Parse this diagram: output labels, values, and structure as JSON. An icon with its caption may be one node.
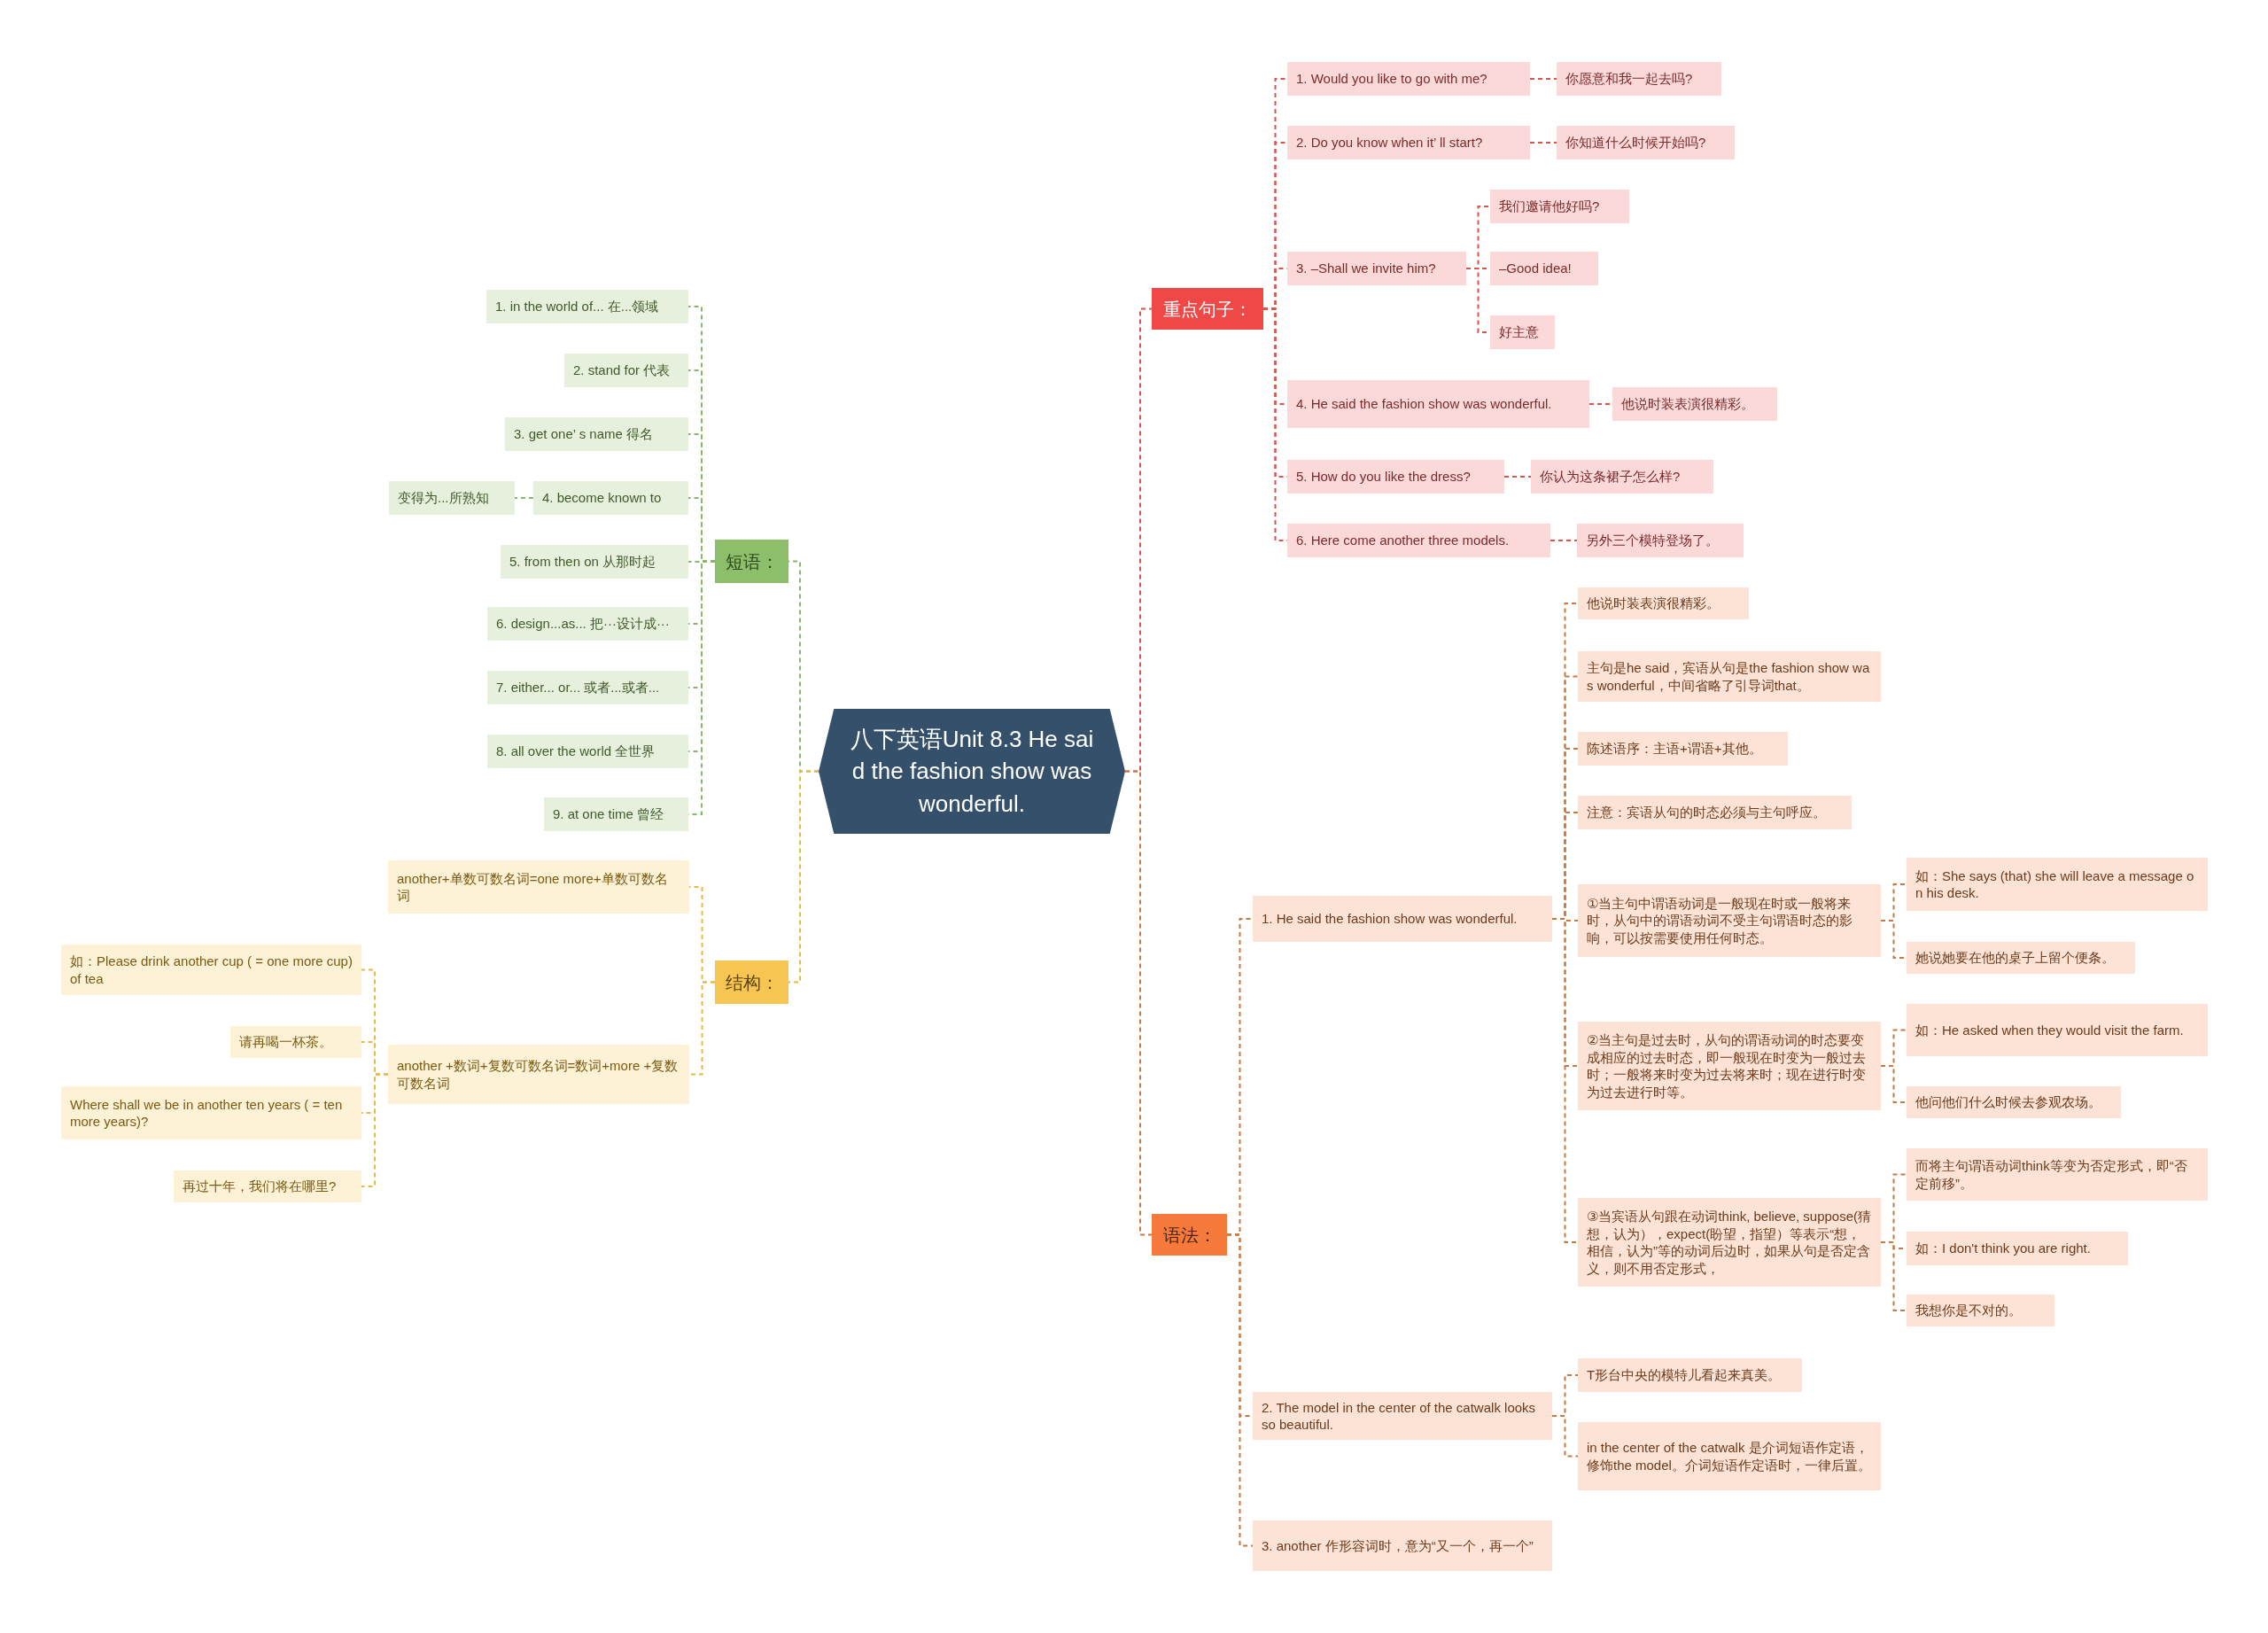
{
  "diagram": {
    "nodes": [
      {
        "text": [
          "八下英语Unit 8.3 He said the fashion show was wonderful."
        ]
      },
      {
        "text": [
          "重点句子："
        ]
      },
      {
        "text": [
          "1. Would you like to go with me?"
        ]
      },
      {
        "text": [
          "你愿意和我一起去吗?"
        ]
      },
      {
        "text": [
          "2. Do you know when it’ ll start?"
        ]
      },
      {
        "text": [
          "你知道什么时候开始吗?"
        ]
      },
      {
        "text": [
          "3. –Shall we invite him?"
        ]
      },
      {
        "text": [
          "我们邀请他好吗?"
        ]
      },
      {
        "text": [
          "–Good idea!"
        ]
      },
      {
        "text": [
          "好主意"
        ]
      },
      {
        "text": [
          "4. He said the fashion show was wonderful."
        ]
      },
      {
        "text": [
          "他说时装表演很精彩。"
        ]
      },
      {
        "text": [
          "5. How do you like the dress?"
        ]
      },
      {
        "text": [
          "你认为这条裙子怎么样?"
        ]
      },
      {
        "text": [
          "6. Here come another three models."
        ]
      },
      {
        "text": [
          "另外三个模特登场了。"
        ]
      },
      {
        "text": [
          "短语："
        ]
      },
      {
        "text": [
          "1. in the world of...  在...领域"
        ]
      },
      {
        "text": [
          "2. stand for 代表"
        ]
      },
      {
        "text": [
          "3. get one’ s name  得名"
        ]
      },
      {
        "text": [
          "4. become known to"
        ]
      },
      {
        "text": [
          "变得为...所熟知"
        ]
      },
      {
        "text": [
          "5. from then on  从那时起"
        ]
      },
      {
        "text": [
          "6. design...as...  把···设计成···"
        ]
      },
      {
        "text": [
          "7. either... or...  或者...或者..."
        ]
      },
      {
        "text": [
          "8. all over the world  全世界"
        ]
      },
      {
        "text": [
          "9. at one time  曾经"
        ]
      },
      {
        "text": [
          "结构："
        ]
      },
      {
        "text": [
          "another+单数可数名词=one more+单数可数名词"
        ]
      },
      {
        "text": [
          "another +数词+复数可数名词=数词+more +复数可数名词"
        ]
      },
      {
        "text": [
          "如：Please drink another cup ( = one more cup) of tea"
        ]
      },
      {
        "text": [
          "请再喝一杯茶。"
        ]
      },
      {
        "text": [
          "Where shall we be in another ten years ( = ten more years)?"
        ]
      },
      {
        "text": [
          "再过十年，我们将在哪里?"
        ]
      },
      {
        "text": [
          "语法："
        ]
      },
      {
        "text": [
          "1. He said the fashion show was wonderful."
        ]
      },
      {
        "text": [
          "他说时装表演很精彩。"
        ]
      },
      {
        "text": [
          "主句是he said，宾语从句是the fashion show was wonderful，中间省略了引导词that。"
        ]
      },
      {
        "text": [
          "陈述语序：主语+谓语+其他。"
        ]
      },
      {
        "text": [
          "注意：宾语从句的时态必须与主句呼应。"
        ]
      },
      {
        "text": [
          "①当主句中谓语动词是一般现在时或一般将来时，从句中的谓语动词不受主句谓语时态的影响，可以按需要使用任何时态。"
        ]
      },
      {
        "text": [
          "如：She says (that) she will leave a message on his desk."
        ]
      },
      {
        "text": [
          "她说她要在他的桌子上留个便条。"
        ]
      },
      {
        "text": [
          "②当主句是过去时，从句的谓语动词的时态要变成相应的过去时态，即一般现在时变为一般过去时；一般将来时变为过去将来时；现在进行时变为过去进行时等。"
        ]
      },
      {
        "text": [
          "如：He asked when they would visit the farm."
        ]
      },
      {
        "text": [
          "他问他们什么时候去参观农场。"
        ]
      },
      {
        "text": [
          "③当宾语从句跟在动词think, believe, suppose(猜想，认为），expect(盼望，指望）等表示“想，相信，认为”等的动词后边时，如果从句是否定含义，则不用否定形式，"
        ]
      },
      {
        "text": [
          "而将主句谓语动词think等变为否定形式，即“否定前移”。"
        ]
      },
      {
        "text": [
          "如：I don't think you are right."
        ]
      },
      {
        "text": [
          "我想你是不对的。"
        ]
      },
      {
        "text": [
          "2. The model in the center of the catwalk looks so beautiful."
        ]
      },
      {
        "text": [
          "T形台中央的模特儿看起来真美。"
        ]
      },
      {
        "text": [
          "in the center of the catwalk 是介词短语作定语，修饰the model。介词短语作定语时，一律后置。"
        ]
      },
      {
        "text": [
          "3. another 作形容词时，意为“又一个，再一个”"
        ]
      }
    ],
    "edges": [
      {
        "from": 0,
        "to": 1,
        "arrow": "none",
        "color": "#d9534f"
      },
      {
        "from": 1,
        "to": 2,
        "arrow": "none",
        "color": "#d9534f"
      },
      {
        "from": 2,
        "to": 3,
        "arrow": "none",
        "color": "#d9534f"
      },
      {
        "from": 1,
        "to": 4,
        "arrow": "none",
        "color": "#d9534f"
      },
      {
        "from": 4,
        "to": 5,
        "arrow": "none",
        "color": "#d9534f"
      },
      {
        "from": 1,
        "to": 6,
        "arrow": "none",
        "color": "#d9534f"
      },
      {
        "from": 6,
        "to": 7,
        "arrow": "none",
        "color": "#d9534f"
      },
      {
        "from": 6,
        "to": 8,
        "arrow": "none",
        "color": "#d9534f"
      },
      {
        "from": 6,
        "to": 9,
        "arrow": "none",
        "color": "#d9534f"
      },
      {
        "from": 1,
        "to": 10,
        "arrow": "none",
        "color": "#d9534f"
      },
      {
        "from": 10,
        "to": 11,
        "arrow": "none",
        "color": "#d9534f"
      },
      {
        "from": 1,
        "to": 12,
        "arrow": "none",
        "color": "#d9534f"
      },
      {
        "from": 12,
        "to": 13,
        "arrow": "none",
        "color": "#d9534f"
      },
      {
        "from": 1,
        "to": 14,
        "arrow": "none",
        "color": "#d9534f"
      },
      {
        "from": 14,
        "to": 15,
        "arrow": "none",
        "color": "#d9534f"
      },
      {
        "from": 0,
        "to": 16,
        "arrow": "none",
        "color": "#8ab86a"
      },
      {
        "from": 16,
        "to": 17,
        "arrow": "none",
        "color": "#8ab86a"
      },
      {
        "from": 16,
        "to": 18,
        "arrow": "none",
        "color": "#8ab86a"
      },
      {
        "from": 16,
        "to": 19,
        "arrow": "none",
        "color": "#8ab86a"
      },
      {
        "from": 16,
        "to": 20,
        "arrow": "none",
        "color": "#8ab86a"
      },
      {
        "from": 20,
        "to": 21,
        "arrow": "none",
        "color": "#8ab86a"
      },
      {
        "from": 16,
        "to": 22,
        "arrow": "none",
        "color": "#8ab86a"
      },
      {
        "from": 16,
        "to": 23,
        "arrow": "none",
        "color": "#8ab86a"
      },
      {
        "from": 16,
        "to": 24,
        "arrow": "none",
        "color": "#8ab86a"
      },
      {
        "from": 16,
        "to": 25,
        "arrow": "none",
        "color": "#8ab86a"
      },
      {
        "from": 16,
        "to": 26,
        "arrow": "none",
        "color": "#8ab86a"
      },
      {
        "from": 0,
        "to": 27,
        "arrow": "none",
        "color": "#e8b94a"
      },
      {
        "from": 27,
        "to": 28,
        "arrow": "none",
        "color": "#e8b94a"
      },
      {
        "from": 27,
        "to": 29,
        "arrow": "none",
        "color": "#e8b94a"
      },
      {
        "from": 29,
        "to": 30,
        "arrow": "none",
        "color": "#e8b94a"
      },
      {
        "from": 29,
        "to": 31,
        "arrow": "none",
        "color": "#e8b94a"
      },
      {
        "from": 29,
        "to": 32,
        "arrow": "none",
        "color": "#e8b94a"
      },
      {
        "from": 29,
        "to": 33,
        "arrow": "none",
        "color": "#e8b94a"
      },
      {
        "from": 0,
        "to": 34,
        "arrow": "none"
      },
      {
        "from": 34,
        "to": 35,
        "arrow": "none"
      },
      {
        "from": 35,
        "to": 36,
        "arrow": "none"
      },
      {
        "from": 35,
        "to": 37,
        "arrow": "none"
      },
      {
        "from": 35,
        "to": 38,
        "arrow": "none"
      },
      {
        "from": 35,
        "to": 39,
        "arrow": "none"
      },
      {
        "from": 35,
        "to": 40,
        "arrow": "none"
      },
      {
        "from": 40,
        "to": 41,
        "arrow": "none"
      },
      {
        "from": 40,
        "to": 42,
        "arrow": "none"
      },
      {
        "from": 35,
        "to": 43,
        "arrow": "none"
      },
      {
        "from": 43,
        "to": 44,
        "arrow": "none"
      },
      {
        "from": 43,
        "to": 45,
        "arrow": "none"
      },
      {
        "from": 35,
        "to": 46,
        "arrow": "none"
      },
      {
        "from": 46,
        "to": 47,
        "arrow": "none"
      },
      {
        "from": 46,
        "to": 48,
        "arrow": "none"
      },
      {
        "from": 46,
        "to": 49,
        "arrow": "none"
      },
      {
        "from": 34,
        "to": 50,
        "arrow": "none"
      },
      {
        "from": 50,
        "to": 51,
        "arrow": "none"
      },
      {
        "from": 50,
        "to": 52,
        "arrow": "none"
      },
      {
        "from": 34,
        "to": 53,
        "arrow": "none"
      }
    ]
  }
}
